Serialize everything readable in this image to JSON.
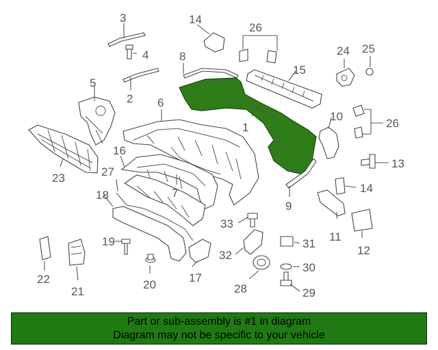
{
  "colors": {
    "highlight_part": "#2e7d18",
    "banner_background": "#1f7a12",
    "line": "#555555"
  },
  "callouts": {
    "c1": "1",
    "c2": "2",
    "c3": "3",
    "c4": "4",
    "c5": "5",
    "c6": "6",
    "c7": "7",
    "c8": "8",
    "c9": "9",
    "c10": "10",
    "c11": "11",
    "c12": "12",
    "c13": "13",
    "c14a": "14",
    "c14b": "14",
    "c15": "15",
    "c16": "16",
    "c17": "17",
    "c18": "18",
    "c19": "19",
    "c20": "20",
    "c21": "21",
    "c22": "22",
    "c23": "23",
    "c24": "24",
    "c25": "25",
    "c26a": "26",
    "c26b": "26",
    "c27": "27",
    "c28": "28",
    "c29": "29",
    "c30": "30",
    "c31": "31",
    "c32": "32",
    "c33": "33"
  },
  "banner": {
    "line1": "Part or sub-assembly is #1 in diagram",
    "line2": "Diagram may not be specific to your vehicle"
  }
}
